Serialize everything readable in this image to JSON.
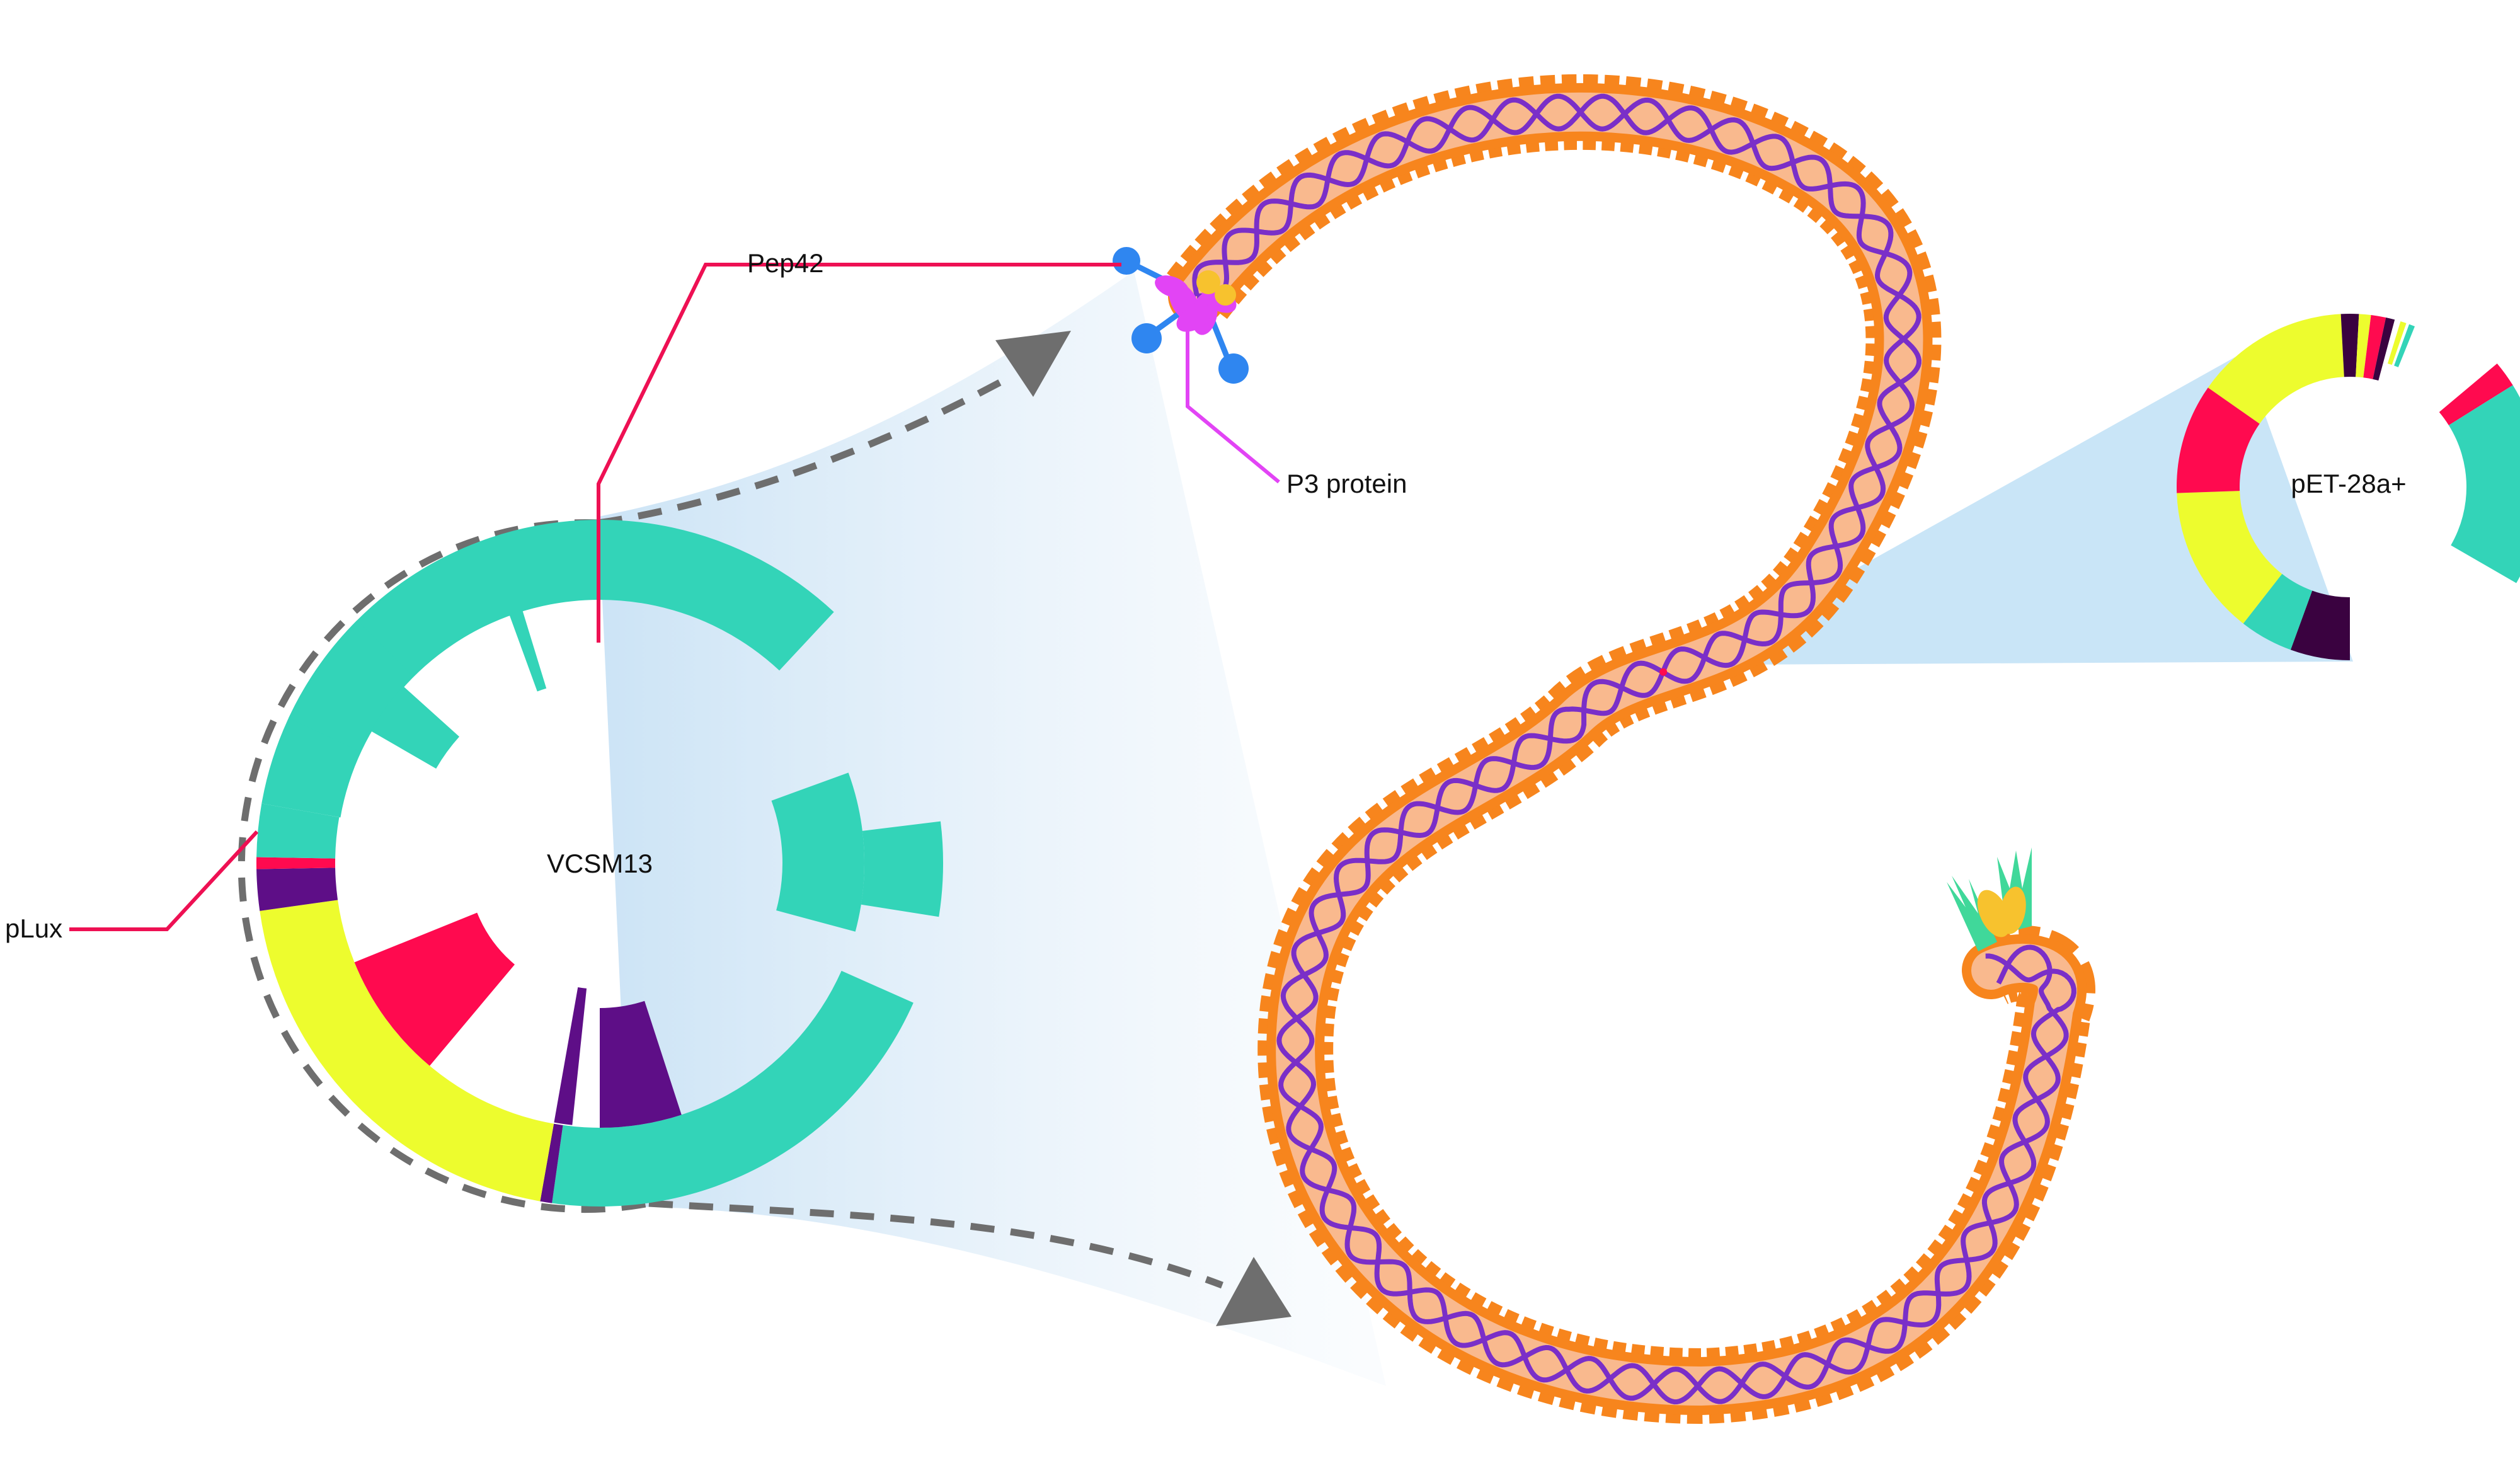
{
  "labels": {
    "vcsm13": "VCSM13",
    "pet28a": "pET-28a+",
    "pep42": "Pep42",
    "p3_protein": "P3 protein",
    "plux": "pLux"
  },
  "colors": {
    "teal": "#33D4B8",
    "yellow": "#EDFC2E",
    "red": "#FF0A4F",
    "purple": "#5E0E87",
    "dark_purple": "#3A0240",
    "orange": "#F7851D",
    "peach": "#F9B98E",
    "dna": "#7A2FC8",
    "magenta": "#E244F5",
    "blue": "#2F86F0",
    "gold": "#F7C22E",
    "leaf": "#40D89A",
    "arrow_gray": "#666666",
    "callout_red": "#EE1053"
  }
}
